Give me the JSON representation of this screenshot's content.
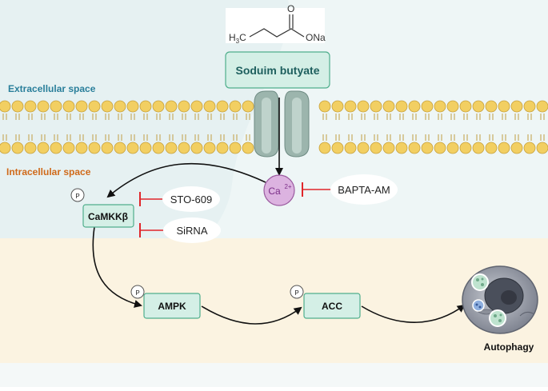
{
  "molecule": {
    "h3c": "H",
    "h3c_sub": "3",
    "h3c_c": "C",
    "oxygen": "O",
    "ona": "ONa"
  },
  "labels": {
    "compound": "Soduim butyate",
    "extracellular": "Extracellular space",
    "intracellular": "Intracellular space",
    "calcium": "Ca",
    "calcium_charge": "2+",
    "bapta": "BAPTA-AM",
    "camkk": "CaMKKβ",
    "sto609": "STO-609",
    "sirna": "SiRNA",
    "ampk": "AMPK",
    "acc": "ACC",
    "autophagy": "Autophagy",
    "phospho": "P"
  },
  "colors": {
    "node_fill": "#d4efe6",
    "node_stroke": "#4fae8c",
    "extracellular_text": "#2a7f9b",
    "intracellular_text": "#d06a1a",
    "inhibitor": "#e0262a",
    "lipid_head": "#f2cf62",
    "cytoplasm": "#fbf3e1",
    "calcium_fill": "#dcb3e0"
  }
}
